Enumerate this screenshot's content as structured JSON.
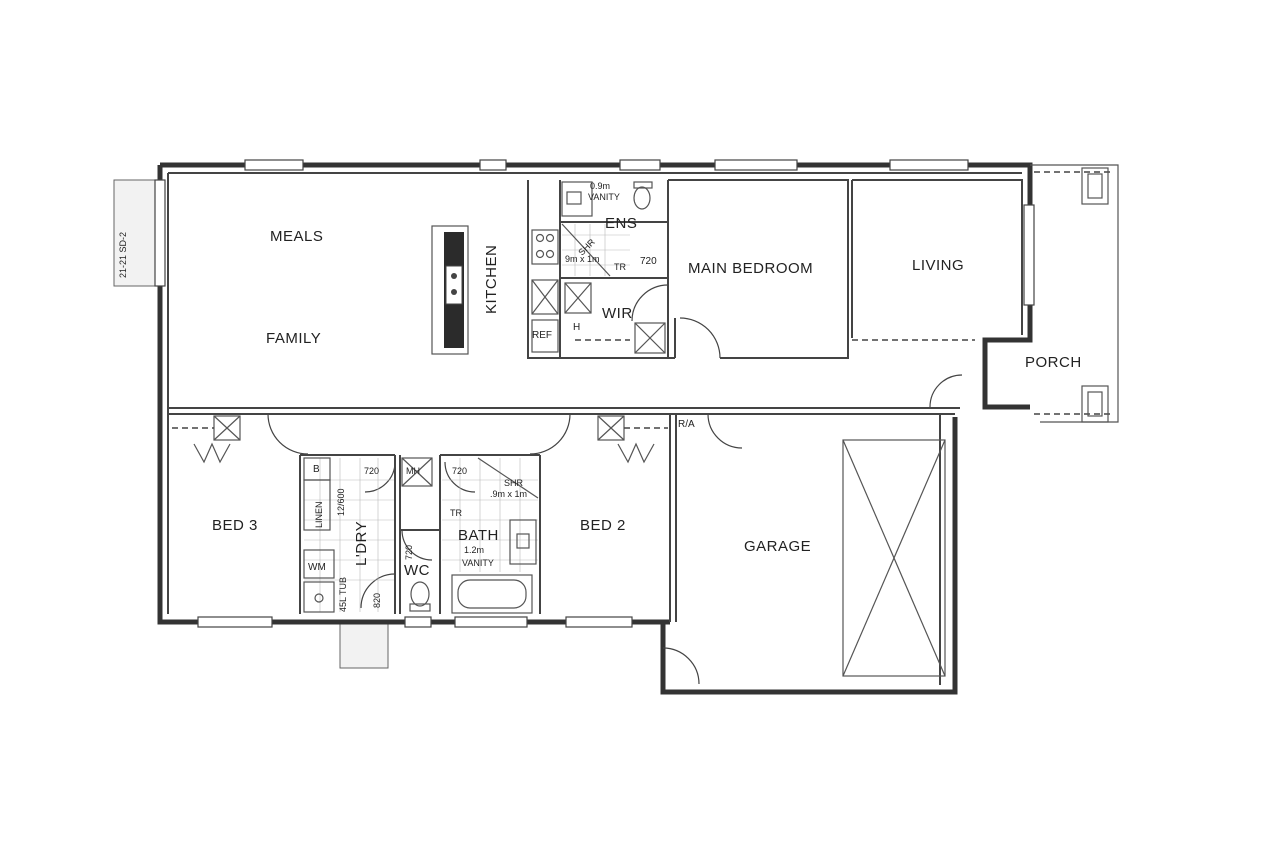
{
  "rooms": {
    "meals": "MEALS",
    "family": "FAMILY",
    "kitchen": "KITCHEN",
    "ens": "ENS",
    "wir": "WIR",
    "main_bedroom": "MAIN BEDROOM",
    "living": "LIVING",
    "porch": "PORCH",
    "bed3": "BED 3",
    "bed2": "BED 2",
    "bath": "BATH",
    "wc": "WC",
    "ldry": "L'DRY",
    "garage": "GARAGE"
  },
  "labels": {
    "ens_vanity_size": "0.9m",
    "ens_vanity": "VANITY",
    "ens_shr": "SHR",
    "ens_shr_size": "9m x 1m",
    "ens_tr": "TR",
    "ens_door": "720",
    "ref": "REF",
    "wir_h": "H",
    "ra": "R/A",
    "bath_door": "720",
    "bath_shr": "SHR",
    "bath_shr_size": ".9m x 1m",
    "bath_tr": "TR",
    "bath_vanity_size": "1.2m",
    "bath_vanity": "VANITY",
    "wc_door": "720",
    "mh": "MH",
    "ldry_door": "720",
    "linen": "LINEN",
    "linen_size": "12/600",
    "b": "B",
    "wm": "WM",
    "tub": "45L TUB",
    "ldry_ext_door": "820",
    "sliding_door": "21-21 SD-2"
  }
}
